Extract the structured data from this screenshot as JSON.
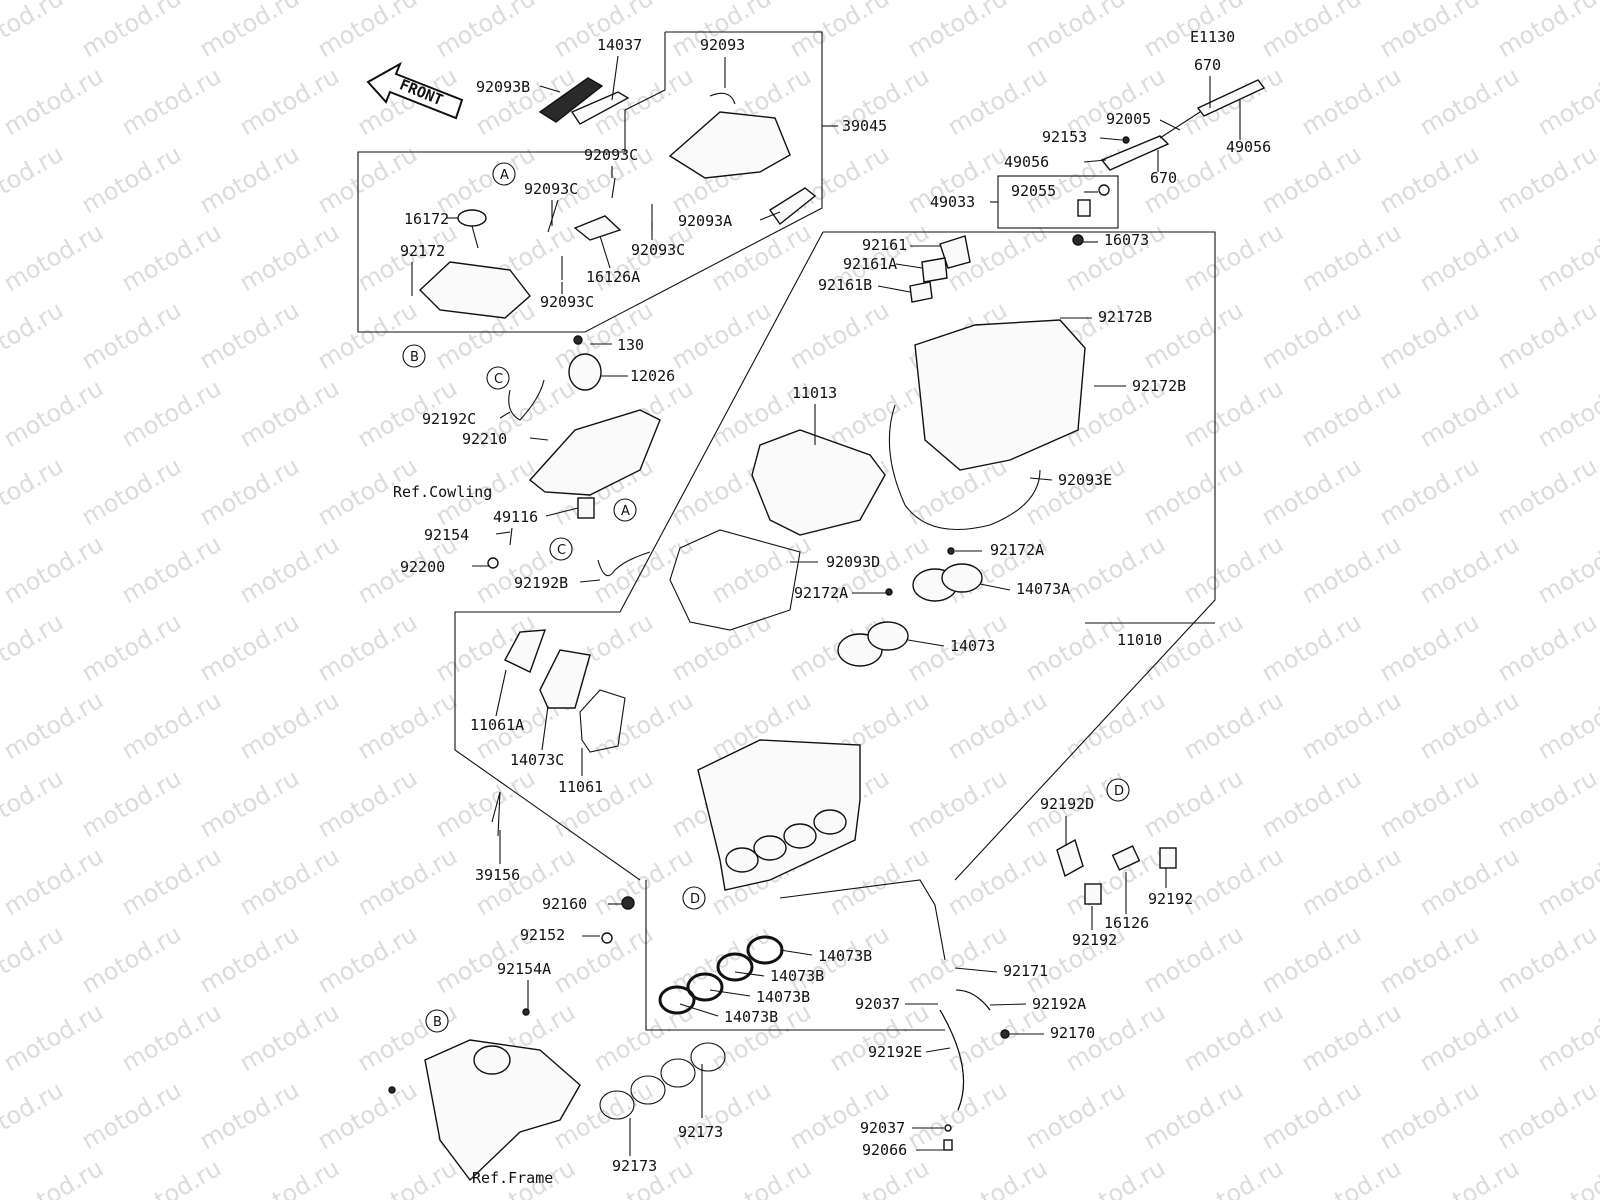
{
  "diagram": {
    "code": "E1130",
    "front_label": "FRONT",
    "watermark": "motod.ru",
    "refs": {
      "cowling": "Ref.Cowling",
      "frame": "Ref.Frame"
    },
    "callouts": [
      "A",
      "B",
      "C",
      "D"
    ],
    "part_numbers": [
      "14037",
      "92093",
      "92093B",
      "39045",
      "92093C",
      "16172",
      "92172",
      "16126A",
      "92093A",
      "130",
      "12026",
      "92192C",
      "92210",
      "49116",
      "92154",
      "92200",
      "92192B",
      "11013",
      "92093D",
      "92093E",
      "92161",
      "92161A",
      "92161B",
      "92172B",
      "92005",
      "670",
      "49056",
      "92153",
      "92055",
      "49033",
      "16073",
      "92172A",
      "14073A",
      "14073",
      "11010",
      "11061A",
      "14073C",
      "11061",
      "39156",
      "92160",
      "92152",
      "92154A",
      "14073B",
      "92173",
      "92192D",
      "16126",
      "92192",
      "92171",
      "92192A",
      "92037",
      "92170",
      "92192E",
      "92066"
    ]
  }
}
